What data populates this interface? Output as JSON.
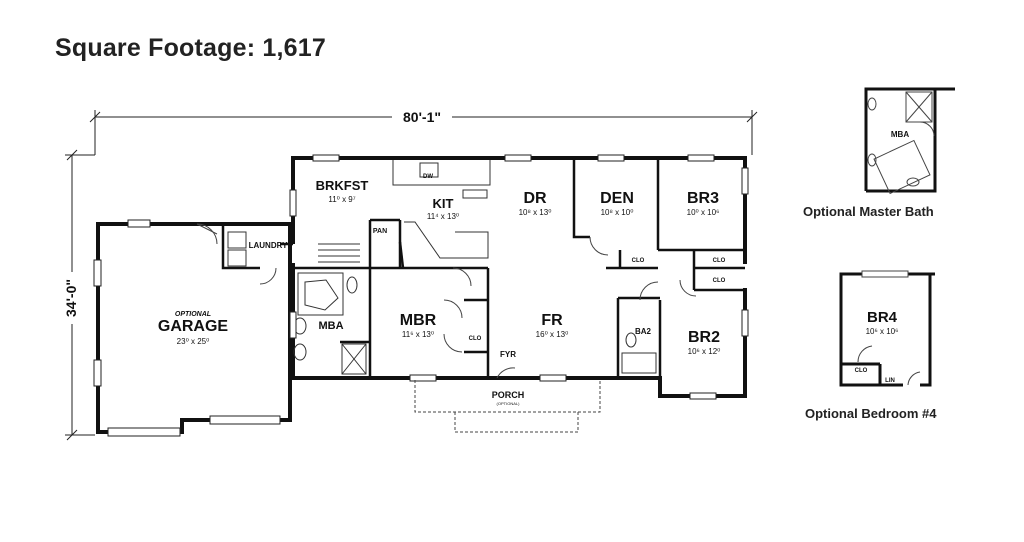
{
  "title": "Square Footage: 1,617",
  "plan": {
    "width_dim": "80'-1\"",
    "depth_dim": "34'-0\"",
    "rooms": {
      "brkfst": {
        "label": "BRKFST",
        "size": "11⁰ x 9⁷"
      },
      "kit": {
        "label": "KIT",
        "size": "11⁴ x 13⁰"
      },
      "dr": {
        "label": "DR",
        "size": "10⁸ x 13⁰"
      },
      "den": {
        "label": "DEN",
        "size": "10⁸ x 10⁰"
      },
      "br3": {
        "label": "BR3",
        "size": "10⁰ x 10⁶"
      },
      "garage": {
        "label": "GARAGE",
        "note": "OPTIONAL",
        "size": "23⁰ x 25⁰"
      },
      "mba": {
        "label": "MBA"
      },
      "mbr": {
        "label": "MBR",
        "size": "11⁶ x 13⁰"
      },
      "fr": {
        "label": "FR",
        "size": "16⁰ x 13⁰"
      },
      "br2": {
        "label": "BR2",
        "size": "10⁶ x 12⁰"
      },
      "ba2": {
        "label": "BA2"
      },
      "laundry": {
        "label": "LAUNDRY"
      },
      "pan": {
        "label": "PAN"
      },
      "fyr": {
        "label": "FYR"
      },
      "porch": {
        "label": "PORCH",
        "note": "(OPTIONAL)"
      },
      "dw": {
        "label": "DW"
      },
      "clo_den": {
        "label": "CLO"
      },
      "clo_br3": {
        "label": "CLO"
      },
      "clo_br2": {
        "label": "CLO"
      },
      "clo_mbr": {
        "label": "CLO"
      }
    }
  },
  "optional_master_bath": {
    "caption": "Optional Master Bath",
    "room": "MBA"
  },
  "optional_bedroom": {
    "caption": "Optional Bedroom #4",
    "room": "BR4",
    "size": "10⁶ x 10⁶",
    "clo": "CLO",
    "lin": "LIN"
  }
}
